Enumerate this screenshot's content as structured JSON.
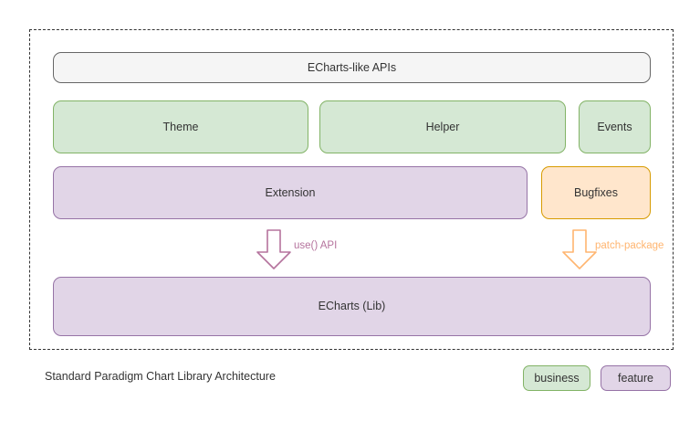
{
  "diagram": {
    "caption": "Standard Paradigm Chart Library Architecture",
    "frame_name": "architecture-container",
    "colors": {
      "green_fill": "#d5e8d4",
      "green_stroke": "#82b366",
      "purple_fill": "#e1d5e7",
      "purple_stroke": "#9673a6",
      "orange_fill": "#ffe6cc",
      "orange_stroke": "#d79b00",
      "gray_fill": "#f5f5f5",
      "gray_stroke": "#666666",
      "arrow_purple": "#b5739d",
      "arrow_orange": "#ffb570",
      "frame_stroke": "#333333"
    },
    "nodes": {
      "apis": "ECharts-like APIs",
      "theme": "Theme",
      "helper": "Helper",
      "events": "Events",
      "extension": "Extension",
      "bugfixes": "Bugfixes",
      "echarts": "ECharts (Lib)"
    },
    "arrows": [
      {
        "id": "use-api",
        "label": "use() API",
        "direction": "down",
        "color": "#b5739d",
        "from": "extension",
        "to": "echarts"
      },
      {
        "id": "patch-package",
        "label": "patch-package",
        "direction": "down",
        "color": "#ffb570",
        "from": "bugfixes",
        "to": "echarts"
      }
    ],
    "legend": [
      {
        "label": "business",
        "fill": "#d5e8d4",
        "stroke": "#82b366"
      },
      {
        "label": "feature",
        "fill": "#e1d5e7",
        "stroke": "#9673a6"
      }
    ]
  }
}
